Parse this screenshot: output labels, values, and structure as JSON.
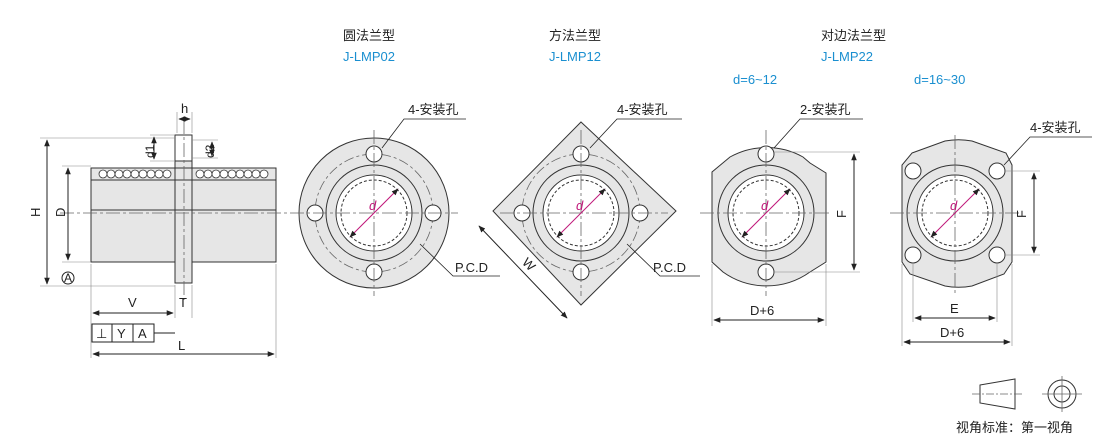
{
  "views": {
    "side": {
      "dims": {
        "h": "h",
        "d1": "d1",
        "d2": "d2",
        "H": "H",
        "D": "D",
        "datum": "A",
        "V": "V",
        "T": "T",
        "L": "L"
      },
      "tolerance": {
        "symbol": "⊥",
        "tol": "Y",
        "datum": "A"
      }
    },
    "round": {
      "title": "圆法兰型",
      "code": "J-LMP02",
      "holes": "4-安装孔",
      "pcd": "P.C.D",
      "bore": "d"
    },
    "square": {
      "title": "方法兰型",
      "code": "J-LMP12",
      "holes": "4-安装孔",
      "pcd": "P.C.D",
      "bore": "d",
      "width": "W"
    },
    "cut": {
      "title": "对边法兰型",
      "code": "J-LMP22",
      "small": {
        "range": "d=6~12",
        "holes": "2-安装孔",
        "bore": "d",
        "F": "F",
        "width": "D+6"
      },
      "large": {
        "range": "d=16~30",
        "holes": "4-安装孔",
        "bore": "d",
        "F": "F",
        "E": "E",
        "width": "D+6"
      }
    }
  },
  "projection": {
    "label": "视角标准：第一视角"
  },
  "colors": {
    "accent": "#1a8fd0",
    "bore": "#c0187a",
    "fill": "#e6e6e6"
  }
}
